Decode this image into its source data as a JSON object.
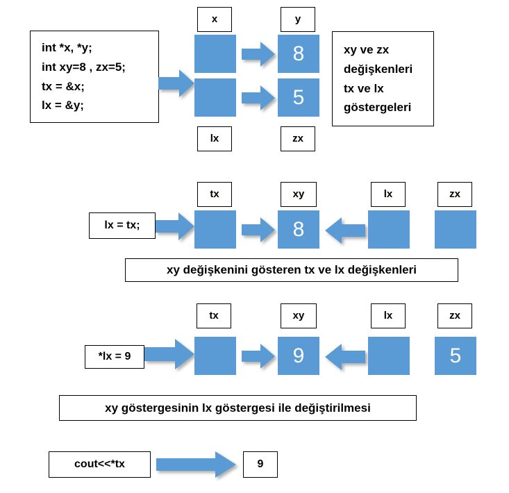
{
  "theme": {
    "cell_fill": "#5B9BD5",
    "arrow_fill": "#5B9BD5",
    "outline": "#000000",
    "page_background": "#ffffff",
    "cell_text": "#ffffff"
  },
  "section1": {
    "code_panel": {
      "lines": [
        "int *x, *y;",
        "int xy=8 , zx=5;",
        "tx = &x;",
        "lx = &y;"
      ]
    },
    "note_panel": {
      "lines": [
        "xy ve zx",
        "değişkenleri",
        "tx ve lx",
        "göstergeleri"
      ]
    },
    "pointer_cells": [
      {
        "tag_top": "x",
        "tag_bottom": "",
        "value": ""
      },
      {
        "tag_top": "",
        "tag_bottom": "lx",
        "value": ""
      }
    ],
    "value_cells": [
      {
        "tag_top": "y",
        "tag_bottom": "",
        "value": "8"
      },
      {
        "tag_top": "",
        "tag_bottom": "zx",
        "value": "5"
      }
    ],
    "tags": {
      "x": "x",
      "y": "y",
      "lx": "lx",
      "zx": "zx"
    }
  },
  "section2": {
    "statement": "lx = tx;",
    "cells": [
      {
        "tag": "tx",
        "value": ""
      },
      {
        "tag": "xy",
        "value": "8"
      },
      {
        "tag": "lx",
        "value": ""
      },
      {
        "tag": "zx",
        "value": ""
      }
    ],
    "caption": "xy değişkenini gösteren tx ve lx değişkenleri"
  },
  "section3": {
    "statement": "*lx = 9",
    "cells": [
      {
        "tag": "tx",
        "value": ""
      },
      {
        "tag": "xy",
        "value": "9"
      },
      {
        "tag": "lx",
        "value": ""
      },
      {
        "tag": "zx",
        "value": "5"
      }
    ],
    "caption": "xy göstergesinin lx göstergesi ile değiştirilmesi"
  },
  "section4": {
    "statement": "cout<<*tx",
    "output": "9"
  }
}
